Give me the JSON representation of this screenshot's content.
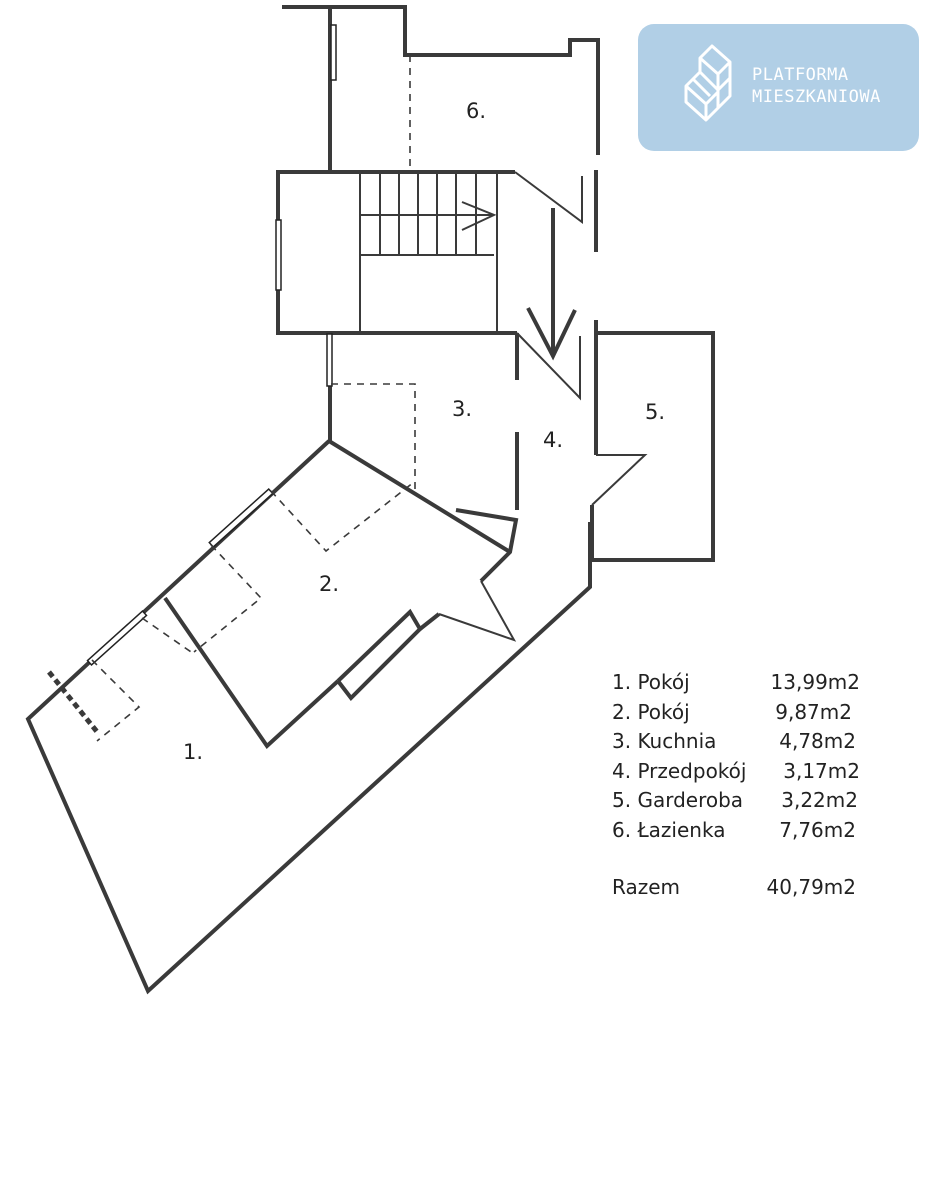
{
  "logo": {
    "line1": "PLATFORMA",
    "line2": "MIESZKANIOWA",
    "background": "#b1cfe6"
  },
  "room_labels": [
    "1.",
    "2.",
    "3.",
    "4.",
    "5.",
    "6."
  ],
  "legend": [
    {
      "name": "1. Pokój",
      "area": "13,99m2"
    },
    {
      "name": "2. Pokój",
      "area": "9,87m2"
    },
    {
      "name": "3. Kuchnia",
      "area": "4,78m2"
    },
    {
      "name": "4. Przedpokój",
      "area": "3,17m2"
    },
    {
      "name": "5. Garderoba",
      "area": "3,22m2"
    },
    {
      "name": "6. Łazienka",
      "area": "7,76m2"
    }
  ],
  "total": {
    "name": "Razem",
    "area": "40,79m2"
  }
}
